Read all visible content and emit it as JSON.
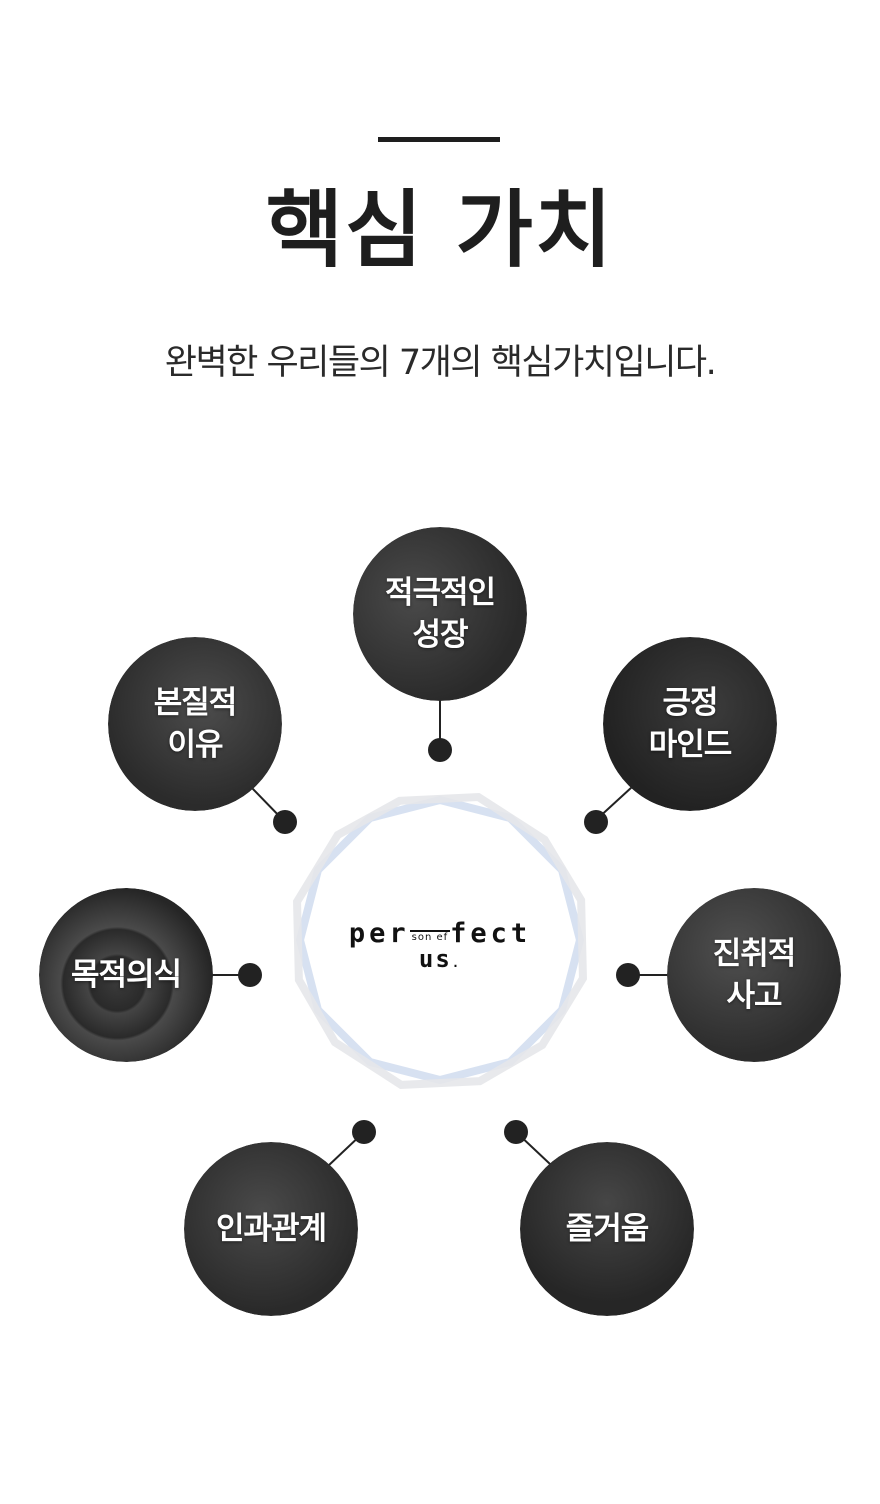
{
  "header": {
    "title": "핵심 가치",
    "subtitle": "완벽한 우리들의 7개의 핵심가치입니다."
  },
  "center": {
    "logo_top_left": "per",
    "logo_small": "son ef",
    "logo_top_right": "fect",
    "logo_bottom": "us",
    "logo_dot": "."
  },
  "values": [
    {
      "id": "active-growth",
      "label": "적극적인\n성장"
    },
    {
      "id": "positive-mind",
      "label": "긍정\n마인드"
    },
    {
      "id": "progressive-thinking",
      "label": "진취적\n사고"
    },
    {
      "id": "joy",
      "label": "즐거움"
    },
    {
      "id": "causality",
      "label": "인과관계"
    },
    {
      "id": "purpose",
      "label": "목적의식"
    },
    {
      "id": "essential-reason",
      "label": "본질적\n이유"
    }
  ],
  "colors": {
    "circle_dark": "#2b2b2b",
    "dot": "#222222",
    "ring_blue": "#c9d6ea",
    "ring_gray": "#e3e3e5"
  }
}
